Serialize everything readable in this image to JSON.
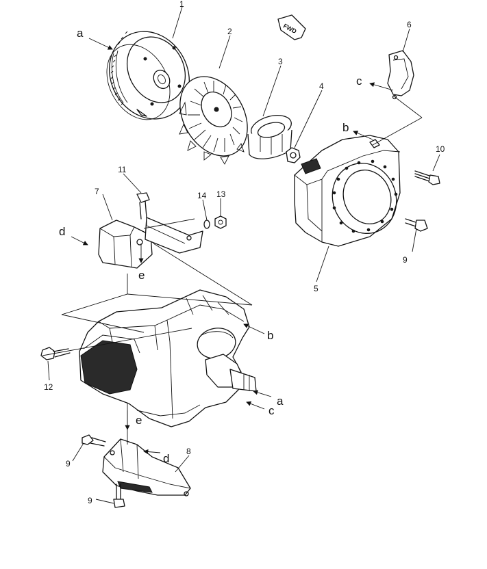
{
  "diagram": {
    "fwd_label": "FWD",
    "part_numbers": {
      "p1": "1",
      "p2": "2",
      "p3": "3",
      "p4": "4",
      "p5": "5",
      "p6": "6",
      "p7": "7",
      "p8": "8",
      "p9a": "9",
      "p9b": "9",
      "p9c": "9",
      "p10": "10",
      "p11": "11",
      "p12": "12",
      "p13": "13",
      "p14": "14"
    },
    "reference_letters": {
      "a1": "a",
      "a2": "a",
      "b1": "b",
      "b2": "b",
      "c1": "c",
      "c2": "c",
      "d1": "d",
      "d2": "d",
      "e1": "e",
      "e2": "e"
    }
  }
}
